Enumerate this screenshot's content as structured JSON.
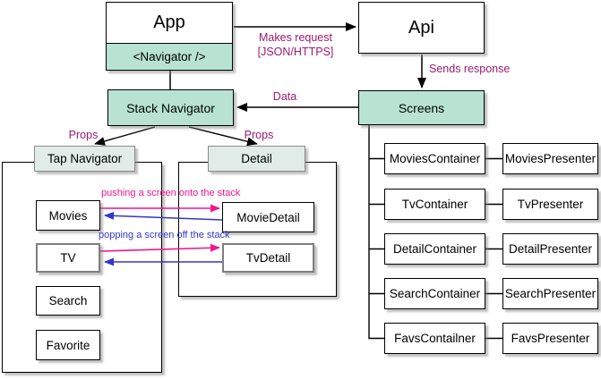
{
  "nodes": {
    "app": {
      "title": "App",
      "subtitle": "<Navigator />"
    },
    "api": {
      "label": "Api"
    },
    "stack_navigator": {
      "label": "Stack Navigator"
    },
    "screens": {
      "label": "Screens"
    },
    "tap_navigator": {
      "label": "Tap Navigator"
    },
    "detail": {
      "label": "Detail"
    },
    "tabs": {
      "movies": "Movies",
      "tv": "TV",
      "search": "Search",
      "favorite": "Favorite"
    },
    "details": {
      "movie_detail": "MovieDetail",
      "tv_detail": "TvDetail"
    }
  },
  "screen_rows": [
    {
      "container": "MoviesContainer",
      "presenter": "MoviesPresenter"
    },
    {
      "container": "TvContainer",
      "presenter": "TvPresenter"
    },
    {
      "container": "DetailContainer",
      "presenter": "DetailPresenter"
    },
    {
      "container": "SearchContainer",
      "presenter": "SearchPresenter"
    },
    {
      "container": "FavsContailner",
      "presenter": "FavsPresenter"
    }
  ],
  "edges": {
    "makes_request_line1": "Makes request",
    "makes_request_line2": "[JSON/HTTPS]",
    "sends_response": "Sends response",
    "data": "Data",
    "props_left": "Props",
    "props_right": "Props",
    "pushing": "pushing a screen onto the stack",
    "popping": "popping a screen off the stack"
  },
  "colors": {
    "node_fill_teal": "#b8e3d3",
    "node_fill_header": "#e1ebe8",
    "edge_label_magenta": "#9c1a6e",
    "push_arrow_pink": "#f3148e",
    "pop_arrow_blue": "#3535cd",
    "line_black": "#000000"
  }
}
